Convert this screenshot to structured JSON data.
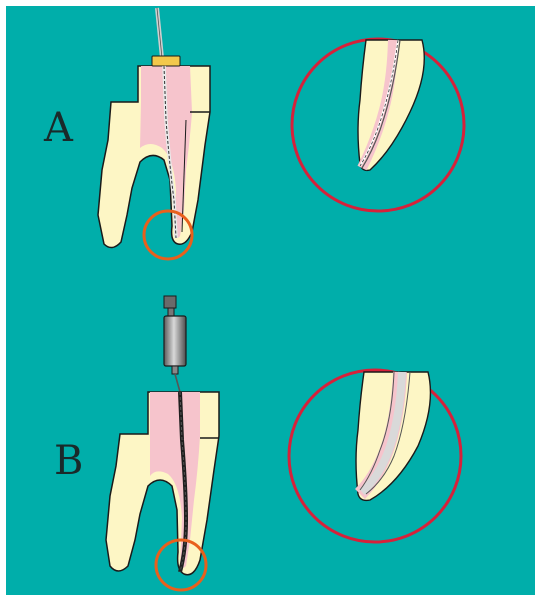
{
  "panels": [
    {
      "id": "A",
      "label": "A"
    },
    {
      "id": "B",
      "label": "B"
    }
  ],
  "colors": {
    "background": "#00aeaa",
    "border": "#ffffff",
    "tooth": "#fdf6c5",
    "pulp": "#f6c4cc",
    "outline": "#1a1a1a",
    "highlight_circle_small": "#e8601c",
    "highlight_circle_large": "#d6213a",
    "file_handle": "#f2c84b",
    "instrument_body": "#8e8e8e"
  }
}
